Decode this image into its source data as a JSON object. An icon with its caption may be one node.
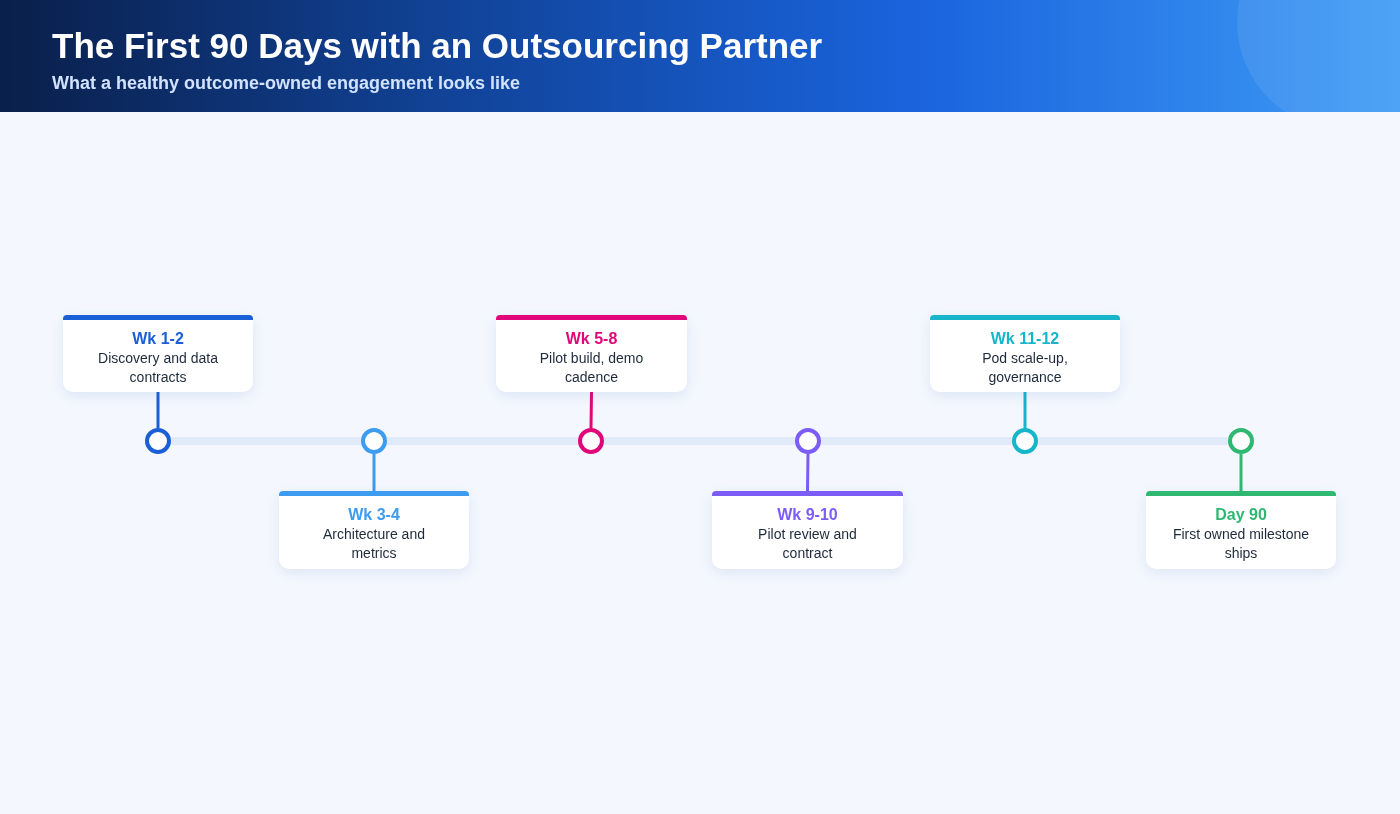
{
  "diagram": {
    "title": "The First 90 Days with an Outsourcing Partner",
    "nodes": [
      {
        "text": [
          "Wk 1-2",
          "Discovery and data contracts"
        ]
      },
      {
        "text": [],
        "shape": "circle"
      },
      {
        "text": [
          "Wk 3-4",
          "Architecture and metrics"
        ]
      },
      {
        "text": [],
        "shape": "circle"
      },
      {
        "text": [
          "Wk 5-8",
          "Pilot build, demo cadence"
        ]
      },
      {
        "text": [],
        "shape": "circle"
      },
      {
        "text": [
          "Wk 9-10",
          "Pilot review and contract"
        ]
      },
      {
        "text": [],
        "shape": "circle"
      },
      {
        "text": [
          "Wk 11-12",
          "Pod scale-up, governance"
        ]
      },
      {
        "text": [],
        "shape": "circle"
      },
      {
        "text": [
          "Day 90",
          "First owned milestone ships"
        ]
      },
      {
        "text": [],
        "shape": "circle"
      }
    ],
    "edges": [
      {
        "from": 1,
        "to": 3,
        "arrow": "none",
        "style": "thick",
        "color": "#e1eaf8"
      },
      {
        "from": 3,
        "to": 5,
        "arrow": "none",
        "style": "thick",
        "color": "#e1eaf8"
      },
      {
        "from": 5,
        "to": 7,
        "arrow": "none",
        "style": "thick",
        "color": "#e1eaf8"
      },
      {
        "from": 7,
        "to": 9,
        "arrow": "none",
        "style": "thick",
        "color": "#e1eaf8"
      },
      {
        "from": 9,
        "to": 11,
        "arrow": "none",
        "style": "thick",
        "color": "#e1eaf8"
      },
      {
        "from": 0,
        "to": 1,
        "arrow": "none",
        "color": "#1a5fd6"
      },
      {
        "from": 2,
        "to": 3,
        "arrow": "none",
        "color": "#3d9bf0"
      },
      {
        "from": 4,
        "to": 5,
        "arrow": "none",
        "color": "#e0077a"
      },
      {
        "from": 6,
        "to": 7,
        "arrow": "none",
        "color": "#7b5cf5"
      },
      {
        "from": 8,
        "to": 9,
        "arrow": "none",
        "color": "#17b5c9"
      },
      {
        "from": 10,
        "to": 11,
        "arrow": "none",
        "color": "#2eb872"
      }
    ],
    "labels": [
      "What a healthy outcome-owned engagement looks like"
    ]
  }
}
